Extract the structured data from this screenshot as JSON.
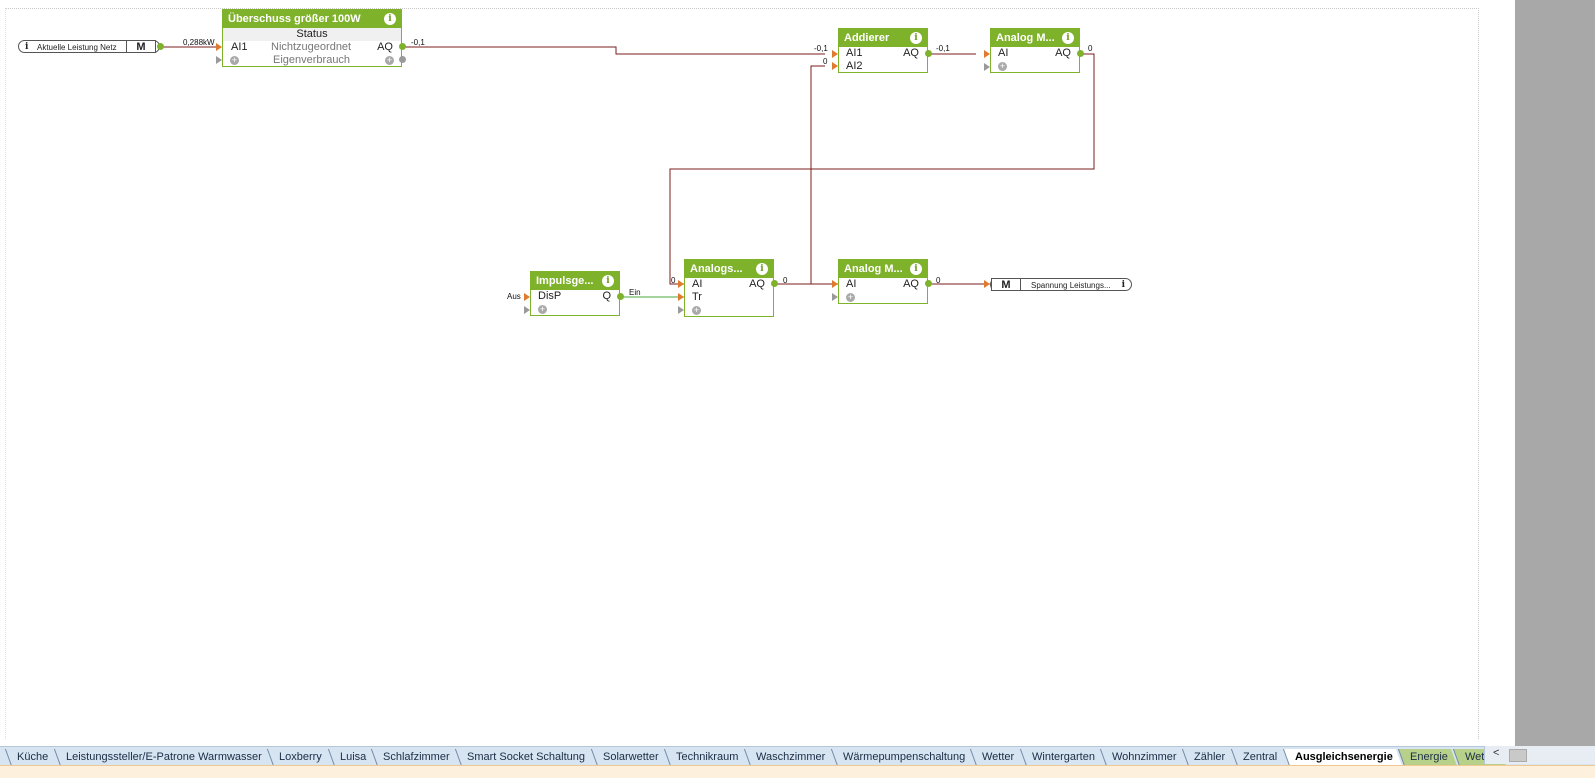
{
  "blocks": {
    "ueberschuss": {
      "title": "Überschuss größer 100W",
      "status": "Status",
      "in1": "AI1",
      "mid1": "Nichtzugeordnet",
      "out1": "AQ",
      "mid2": "Eigenverbrauch"
    },
    "addierer": {
      "title": "Addierer",
      "in1": "AI1",
      "in2": "AI2",
      "out1": "AQ"
    },
    "analog_m1": {
      "title": "Analog M...",
      "in1": "AI",
      "out1": "AQ"
    },
    "impulsgeber": {
      "title": "Impulsge...",
      "in1": "DisP",
      "out1": "Q"
    },
    "analogs": {
      "title": "Analogs...",
      "in1": "AI",
      "in2": "Tr",
      "out1": "AQ"
    },
    "analog_m2": {
      "title": "Analog M...",
      "in1": "AI",
      "out1": "AQ"
    }
  },
  "refs": {
    "input_ref": {
      "label": "Aktuelle Leistung Netz",
      "m": "M",
      "info": "i"
    },
    "output_ref": {
      "label": "Spannung  Leistungs...",
      "m": "M",
      "info": "i"
    }
  },
  "wire_labels": {
    "power": "0,288kW",
    "ueb_out": "-0,1",
    "add_in1": "-0,1",
    "add_in2": "0",
    "add_out": "-0,1",
    "am1_out": "0",
    "imp_in": "Aus",
    "imp_out": "Ein",
    "as_in": "0",
    "as_out": "0",
    "am2_out": "0"
  },
  "tabs": [
    {
      "label": "Küche",
      "state": "normal"
    },
    {
      "label": "Leistungssteller/E-Patrone  Warmwasser",
      "state": "normal"
    },
    {
      "label": "Loxberry",
      "state": "normal"
    },
    {
      "label": "Luisa",
      "state": "normal"
    },
    {
      "label": "Schlafzimmer",
      "state": "normal"
    },
    {
      "label": "Smart Socket Schaltung",
      "state": "normal"
    },
    {
      "label": "Solarwetter",
      "state": "normal"
    },
    {
      "label": "Technikraum",
      "state": "normal"
    },
    {
      "label": "Waschzimmer",
      "state": "normal"
    },
    {
      "label": "Wärmepumpenschaltung",
      "state": "normal"
    },
    {
      "label": "Wetter",
      "state": "normal"
    },
    {
      "label": "Wintergarten",
      "state": "normal"
    },
    {
      "label": "Wohnzimmer",
      "state": "normal"
    },
    {
      "label": "Zähler",
      "state": "normal"
    },
    {
      "label": "Zentral",
      "state": "normal"
    },
    {
      "label": "Ausgleichsenergie",
      "state": "active"
    },
    {
      "label": "Energie",
      "state": "green"
    },
    {
      "label": "Wetter",
      "state": "green"
    }
  ],
  "tab_scroll": {
    "left_arrow": "<"
  },
  "colors": {
    "block_green": "#7fb22b",
    "wire_dark_red": "#7a1e1e",
    "wire_green": "#4aa83a",
    "input_pin": "#e07a2e",
    "tab_active": "#ffffff",
    "tab_bg": "#d7e4f2",
    "tab_green": "#b8d18a"
  }
}
